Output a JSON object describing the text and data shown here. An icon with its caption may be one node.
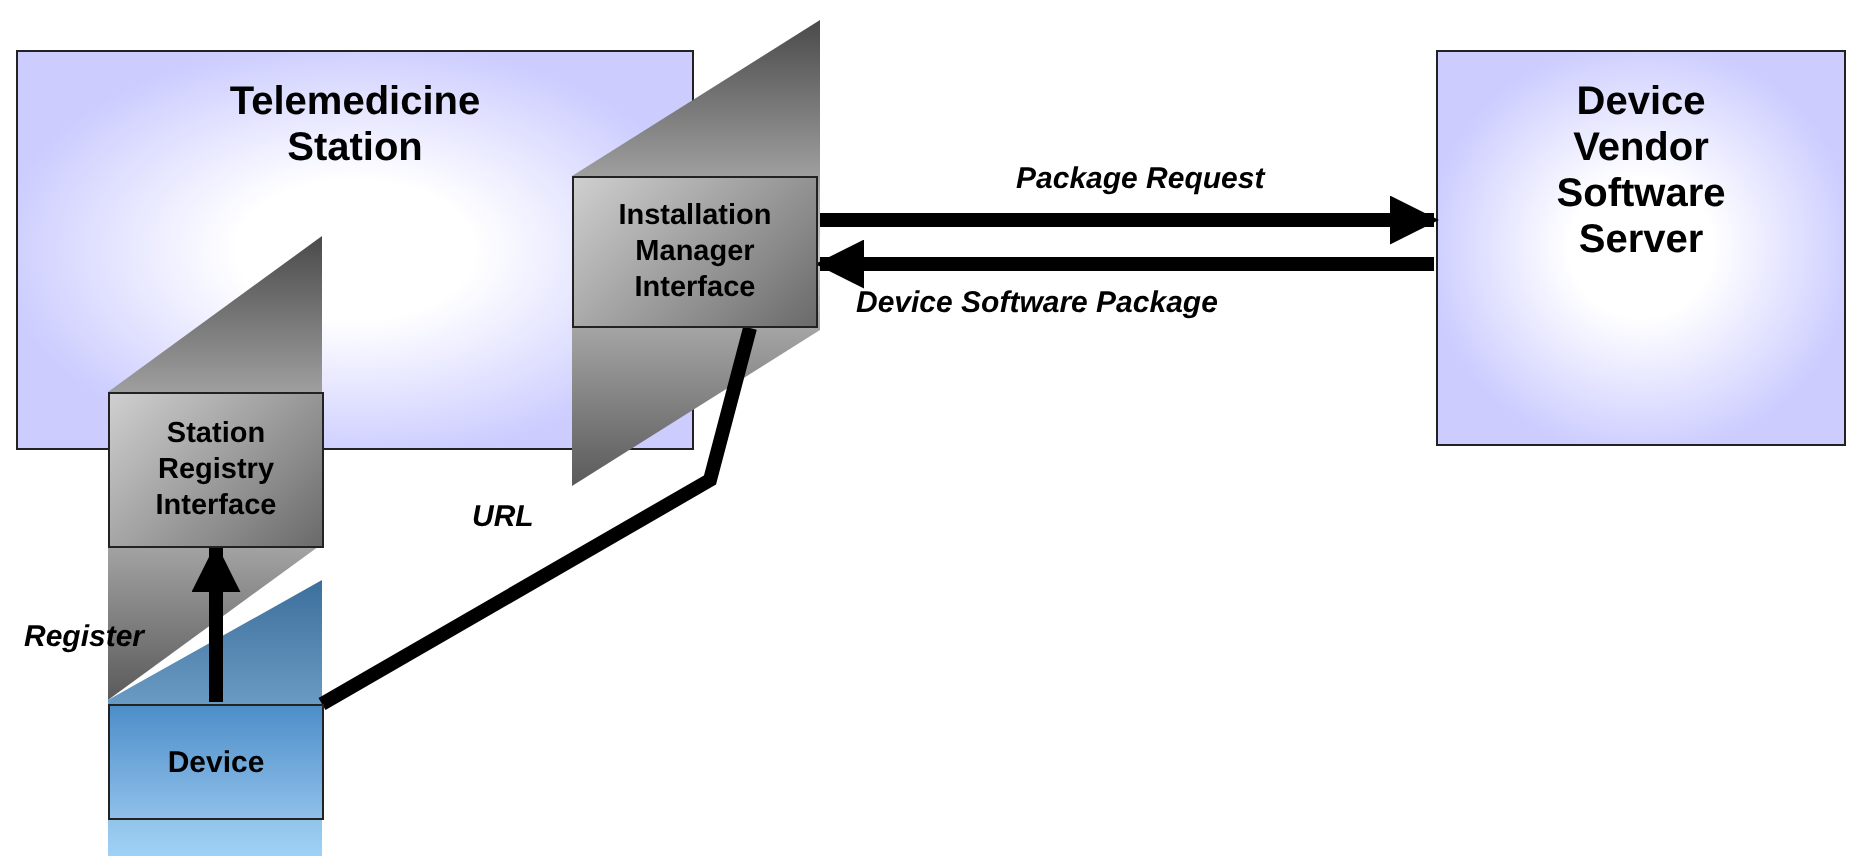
{
  "diagram": {
    "nodes": [
      {
        "text": [
          "Telemedicine Station"
        ]
      },
      {
        "text": [
          "Installation Manager Interface"
        ]
      },
      {
        "text": [
          "Station Registry Interface"
        ]
      },
      {
        "text": [
          "Device"
        ]
      },
      {
        "text": [
          "Device Vendor Software Server"
        ]
      }
    ],
    "edges": [
      {
        "from": 1,
        "to": 4,
        "arrow": "to",
        "label": "Package Request"
      },
      {
        "from": 4,
        "to": 1,
        "arrow": "to",
        "label": "Device Software Package"
      },
      {
        "from": 3,
        "to": 1,
        "arrow": "none",
        "label": "URL"
      },
      {
        "from": 3,
        "to": 2,
        "arrow": "to",
        "label": "Register"
      }
    ]
  }
}
